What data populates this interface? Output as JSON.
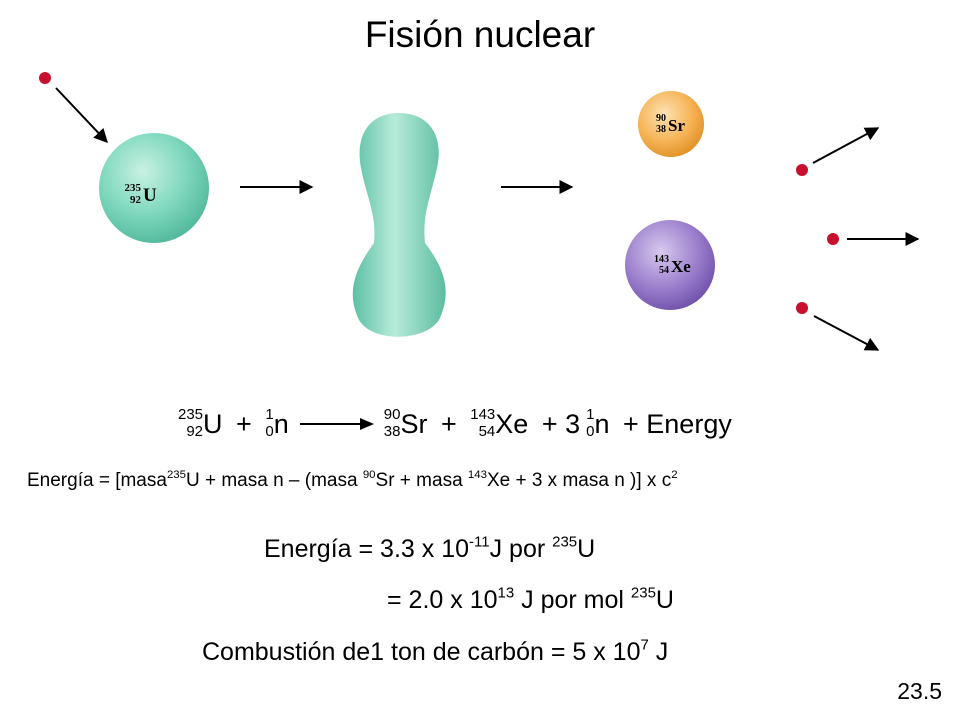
{
  "title": "Fisión nuclear",
  "nuclei": {
    "uranium": {
      "mass": "235",
      "atomic": "92",
      "symbol": "U"
    },
    "strontium": {
      "mass": "90",
      "atomic": "38",
      "symbol": "Sr"
    },
    "xenon": {
      "mass": "143",
      "atomic": "54",
      "symbol": "Xe"
    }
  },
  "colors": {
    "uranium_sphere": "#6fcfb3",
    "strontium_sphere": "#f2a83c",
    "xenon_sphere": "#8a6bc0",
    "neutron": "#c8102e"
  },
  "equation": {
    "u_mass": "235",
    "u_atomic": "92",
    "u_symbol": "U",
    "plus1": "+",
    "n1_mass": "1",
    "n1_atomic": "0",
    "n1_symbol": "n",
    "sr_mass": "90",
    "sr_atomic": "38",
    "sr_symbol": "Sr",
    "plus2": "+",
    "xe_mass": "143",
    "xe_atomic": "54",
    "xe_symbol": "Xe",
    "plus3": "+ 3",
    "n2_mass": "1",
    "n2_atomic": "0",
    "n2_symbol": "n",
    "tail": "+ Energy"
  },
  "energy_formula": {
    "p1": "Energía = [masa",
    "sup1": "235",
    "p2": "U + masa n – (masa ",
    "sup2": "90",
    "p3": "Sr + masa ",
    "sup3": "143",
    "p4": "Xe + 3 x masa n )] x c",
    "sup4": "2"
  },
  "results": {
    "line1": {
      "a": "Energía = 3.3 x 10",
      "exp": "-11",
      "b": "J por ",
      "iso": "235",
      "c": "U"
    },
    "line2": {
      "a": "= 2.0 x 10",
      "exp": "13",
      "b": " J por mol ",
      "iso": "235",
      "c": "U"
    },
    "line3": {
      "a": "Combustión de1 ton de carbón = 5 x 10",
      "exp": "7",
      "b": " J"
    }
  },
  "slide_number": "23.5"
}
